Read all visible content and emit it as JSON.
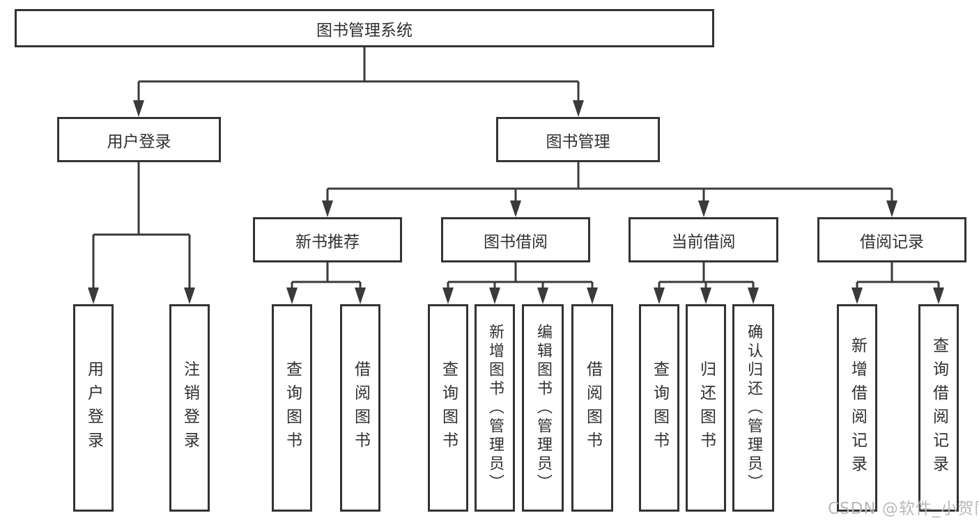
{
  "colors": {
    "line": "#3a3a3a",
    "border": "#333333",
    "fill": "#ffffff",
    "text": "#303030",
    "watermark": "#b8b8b8"
  },
  "watermark": {
    "text": "CSDN @软件_小贺同学"
  },
  "tree": {
    "label": "图书管理系统",
    "children": [
      {
        "label": "用户登录",
        "children": [
          {
            "label": "用户登录"
          },
          {
            "label": "注销登录"
          }
        ]
      },
      {
        "label": "图书管理",
        "children": [
          {
            "label": "新书推荐",
            "children": [
              {
                "label": "查询图书"
              },
              {
                "label": "借阅图书"
              }
            ]
          },
          {
            "label": "图书借阅",
            "children": [
              {
                "label": "查询图书"
              },
              {
                "label": "新增图书（管理员）"
              },
              {
                "label": "编辑图书（管理员）"
              },
              {
                "label": "借阅图书"
              }
            ]
          },
          {
            "label": "当前借阅",
            "children": [
              {
                "label": "查询图书"
              },
              {
                "label": "归还图书"
              },
              {
                "label": "确认归还（管理员）"
              }
            ]
          },
          {
            "label": "借阅记录",
            "children": [
              {
                "label": "新增借阅记录"
              },
              {
                "label": "查询借阅记录"
              }
            ]
          }
        ]
      }
    ]
  }
}
